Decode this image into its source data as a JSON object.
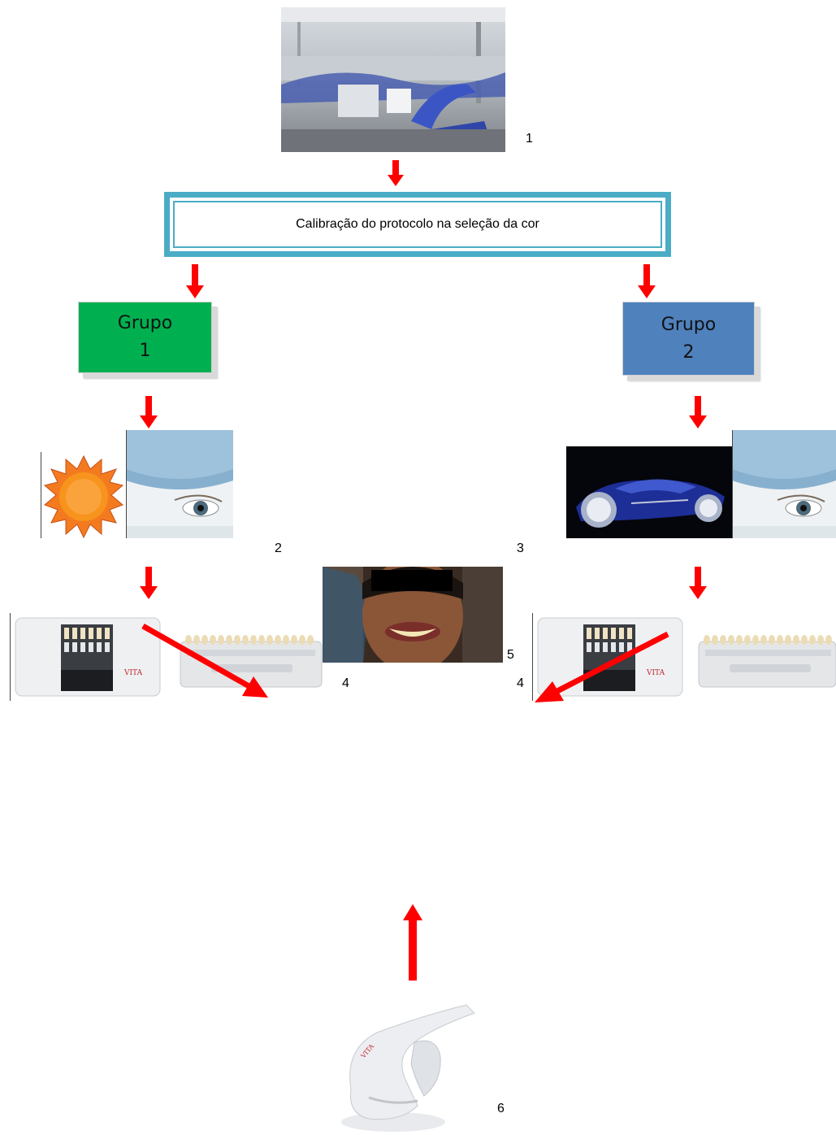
{
  "colors": {
    "arrow": "#ff0000",
    "frame": "#4bacc6",
    "group1": "#00b050",
    "group2": "#4f81bd"
  },
  "protocol_box": {
    "label": "Calibração do protocolo na seleção da cor"
  },
  "group1": {
    "title": "Grupo",
    "number": "1"
  },
  "group2": {
    "title": "Grupo",
    "number": "2"
  },
  "labels": {
    "clinic": "1",
    "daylight": "2",
    "led_light": "3",
    "shade_guide_left": "4",
    "shade_guide_right": "4",
    "patient": "5",
    "spectrophotometer": "6"
  },
  "brand": {
    "vita": "VITA"
  }
}
